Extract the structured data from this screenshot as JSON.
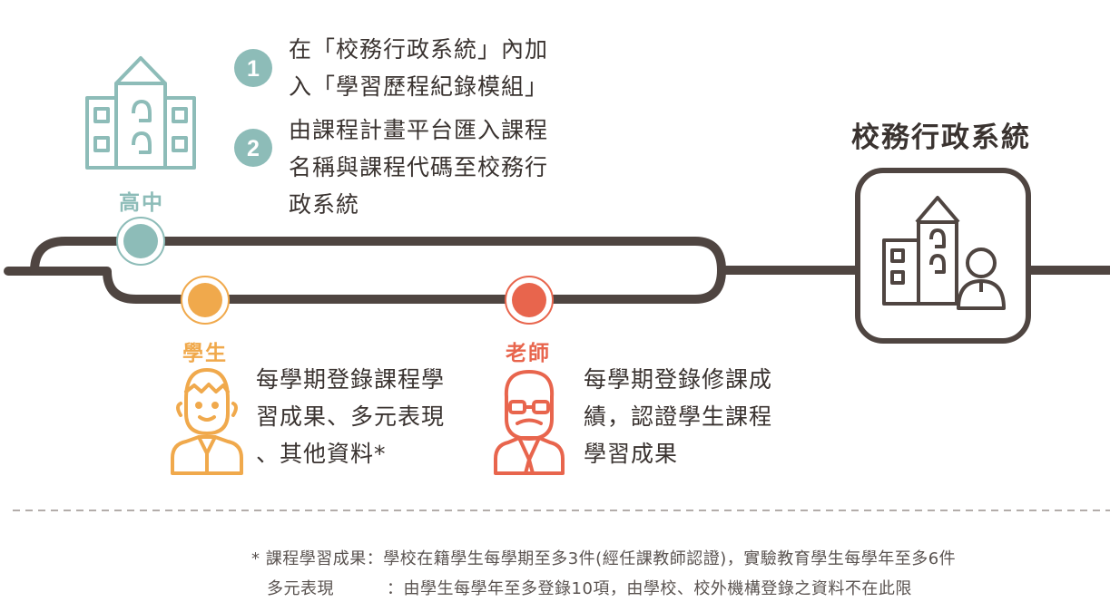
{
  "steps": [
    {
      "number": "1",
      "lines": [
        "在「校務行政系統」內加",
        "入「學習歷程紀錄模組」"
      ]
    },
    {
      "number": "2",
      "lines": [
        "由課程計畫平台匯入課程",
        "名稱與課程代碼至校務行",
        "政系統"
      ]
    }
  ],
  "roles": {
    "school": {
      "label": "高中",
      "color": "#8dbcb8",
      "icon": "school-building-icon"
    },
    "student": {
      "label": "學生",
      "color": "#f0a94c",
      "icon": "student-avatar-icon",
      "lines": [
        "每學期登錄課程學",
        "習成果、多元表現",
        "、其他資料*"
      ]
    },
    "teacher": {
      "label": "老師",
      "color": "#e8654d",
      "icon": "teacher-avatar-icon",
      "lines": [
        "每學期登錄修課成",
        "績，認證學生課程",
        "學習成果"
      ]
    }
  },
  "system": {
    "title": "校務行政系統",
    "icon": "school-user-icon"
  },
  "track_color": "#4f4541",
  "notes": [
    {
      "prefix": "*",
      "term": "課程學習成果",
      "text": "：學校在籍學生每學期至多3件(經任課教師認證)，實驗教育學生每學年至多6件"
    },
    {
      "prefix": "",
      "term": "多元表現",
      "text": "：由學生每學年至多登錄10項，由學校、校外機構登錄之資料不在此限"
    }
  ]
}
